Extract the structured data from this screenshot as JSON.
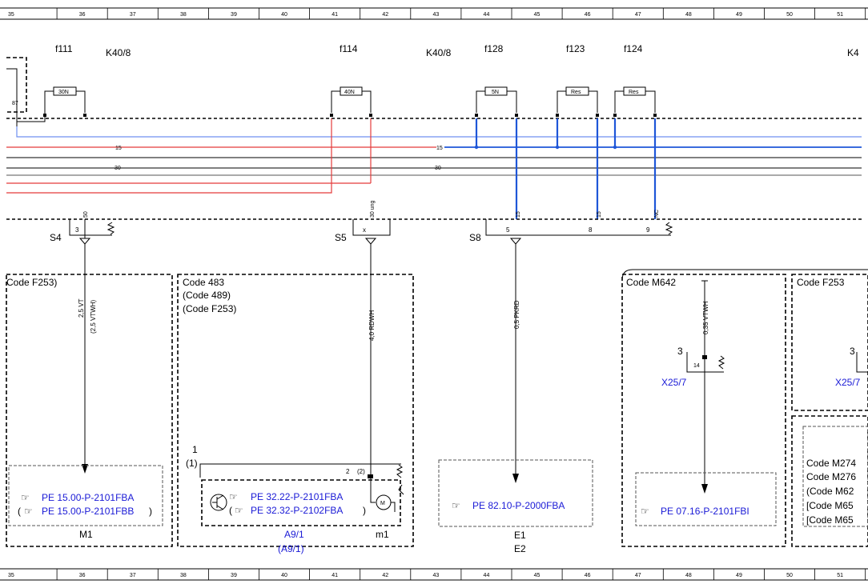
{
  "ruler": {
    "top": [
      "35",
      "36",
      "37",
      "38",
      "39",
      "40",
      "41",
      "42",
      "43",
      "44",
      "45",
      "46",
      "47",
      "48",
      "49",
      "50",
      "51"
    ],
    "bottom": [
      "35",
      "36",
      "37",
      "38",
      "39",
      "40",
      "41",
      "42",
      "43",
      "44",
      "45",
      "46",
      "47",
      "48",
      "49",
      "50",
      "51"
    ]
  },
  "relays": {
    "k40_a": "K40/8",
    "k40_b": "K40/8",
    "k4_edge": "K4"
  },
  "fuses": [
    {
      "name": "f111",
      "rating": "30N",
      "pin": "87"
    },
    {
      "name": "f114",
      "rating": "40N"
    },
    {
      "name": "f128",
      "rating": "5N"
    },
    {
      "name": "f123",
      "rating": "Res"
    },
    {
      "name": "f124",
      "rating": "Res"
    }
  ],
  "buses": {
    "terminal_15": "15",
    "terminal_30": "30"
  },
  "connectors": {
    "s4": {
      "name": "S4",
      "pin": "3",
      "term": "50"
    },
    "s5": {
      "name": "S5",
      "pin": "x",
      "term": "30 ung"
    },
    "s8": {
      "name": "S8",
      "pin_a": "5",
      "pin_b": "8",
      "pin_c": "9",
      "term_a": "15",
      "term_b": "15",
      "term_c": "NC"
    }
  },
  "wires": {
    "w1a": "2,5 VT",
    "w1b": "(2,5 VTWH)",
    "w2": "4,0 RDWH",
    "w3": "0,5 PKRD",
    "w4": "0,35 VTWH"
  },
  "codes": {
    "c1": "Code F253)",
    "c2a": "Code 483",
    "c2b": "(Code 489)",
    "c2c": "(Code F253)",
    "c3": "Code M642",
    "c4": "Code F253",
    "c5": [
      "Code M274",
      "Code M276",
      "(Code M62",
      "[Code M65",
      "[Code M65"
    ]
  },
  "refs": {
    "m1a": "PE 15.00-P-2101FBA",
    "m1b": "PE 15.00-P-2101FBB",
    "a9a": "PE 32.22-P-2101FBA",
    "a9b": "PE 32.32-P-2102FBA",
    "e1": "PE 82.10-P-2000FBA",
    "x25": "PE 07.16-P-2101FBI"
  },
  "components": {
    "m1": "M1",
    "a9": "A9/1",
    "a9_alt": "(A9/1)",
    "m1_small": "m1",
    "e1": "E1",
    "e2": "E2",
    "x25_a": "X25/7",
    "x25_b": "X25/7",
    "x25_pin_a": "3",
    "x25_pin_b": "3",
    "x25_term": "14"
  },
  "pins": {
    "a9_p1": "1",
    "a9_p1alt": "(1)",
    "a9_p2": "2",
    "a9_p2alt": "(2)"
  },
  "symbols": {
    "motor": "M",
    "hand": "☞"
  },
  "punct": {
    "open_paren": "(",
    "close_paren": ")"
  }
}
